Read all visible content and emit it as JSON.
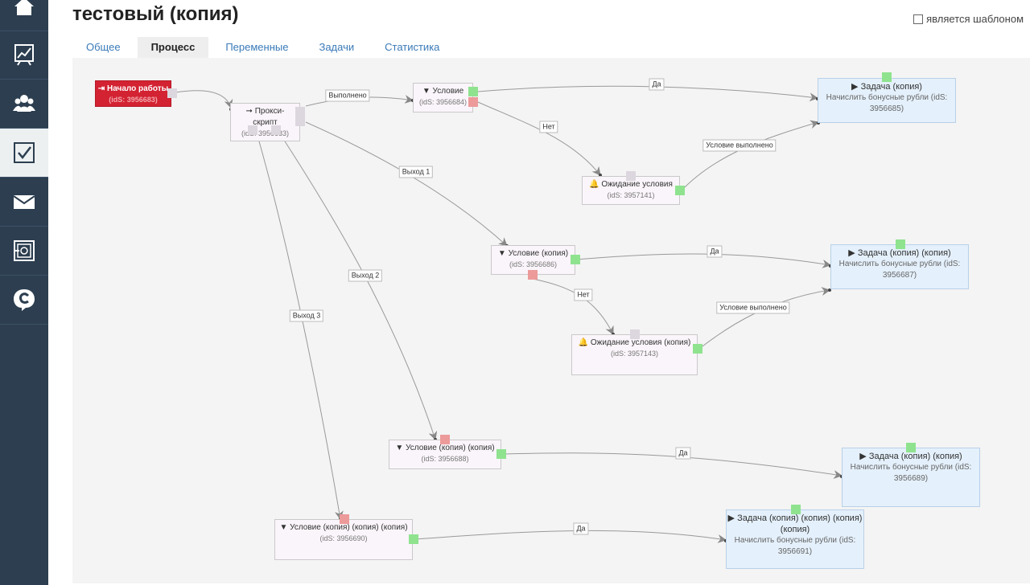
{
  "page": {
    "title": "тестовый (копия)",
    "template_label": "является шаблоном",
    "template_checked": false
  },
  "sidebar": {
    "items": [
      {
        "icon": "home-icon",
        "active": false
      },
      {
        "icon": "chart-board-icon",
        "active": false
      },
      {
        "icon": "users-group-icon",
        "active": false
      },
      {
        "icon": "checkbox-icon",
        "active": true
      },
      {
        "icon": "mail-icon",
        "active": false
      },
      {
        "icon": "safe-icon",
        "active": false
      },
      {
        "icon": "c-logo-icon",
        "active": false
      }
    ]
  },
  "tabs": [
    {
      "label": "Общее",
      "active": false
    },
    {
      "label": "Процесс",
      "active": true
    },
    {
      "label": "Переменные",
      "active": false
    },
    {
      "label": "Задачи",
      "active": false
    },
    {
      "label": "Статистика",
      "active": false
    }
  ],
  "nodes": {
    "start": {
      "title": "Начало работы",
      "ids": "(idS: 3956683)",
      "icon": "sign-in-icon"
    },
    "proxy": {
      "title1": "Прокси-",
      "title2": "скрипт",
      "ids": "(idS: 3956683)",
      "icon": "arrow-right-icon"
    },
    "cond1": {
      "title": "Условие",
      "ids": "(idS: 3956684)",
      "icon": "filter-icon"
    },
    "wait1": {
      "title": "Ожидание условия",
      "ids": "(idS: 3957141)",
      "icon": "bell-icon"
    },
    "task1": {
      "title": "Задача (копия)",
      "desc": "Начислить бонусные рубли (idS: 3956685)",
      "icon": "play-icon"
    },
    "cond2": {
      "title": "Условие (копия)",
      "ids": "(idS: 3956686)",
      "icon": "filter-icon"
    },
    "wait2": {
      "title": "Ожидание условия (копия)",
      "ids": "(idS: 3957143)",
      "icon": "bell-icon"
    },
    "task2": {
      "title": "Задача (копия) (копия)",
      "desc": "Начислить бонусные рубли (idS: 3956687)",
      "icon": "play-icon"
    },
    "cond3": {
      "title": "Условие (копия) (копия)",
      "ids": "(idS: 3956688)",
      "icon": "filter-icon"
    },
    "task3": {
      "title": "Задача (копия) (копия)",
      "desc": "Начислить бонусные рубли (idS: 3956689)",
      "icon": "play-icon"
    },
    "cond4": {
      "title": "Условие (копия) (копия) (копия)",
      "ids": "(idS: 3956690)",
      "icon": "filter-icon"
    },
    "task4": {
      "title": "Задача (копия) (копия) (копия) (копия)",
      "desc": "Начислить бонусные рубли (idS: 3956691)",
      "icon": "play-icon"
    }
  },
  "edge_labels": {
    "done": "Выполнено",
    "exit1": "Выход 1",
    "exit2": "Выход 2",
    "exit3": "Выход 3",
    "yes": "Да",
    "no": "Нет",
    "cond_met": "Условие выполнено"
  },
  "colors": {
    "sidebar_bg": "#2c3e50",
    "start_node": "#d32232",
    "task_node": "#e4f0fb",
    "port_success": "#8fe38f",
    "port_fail": "#ec9a9a",
    "tab_link": "#3a7ab8"
  }
}
